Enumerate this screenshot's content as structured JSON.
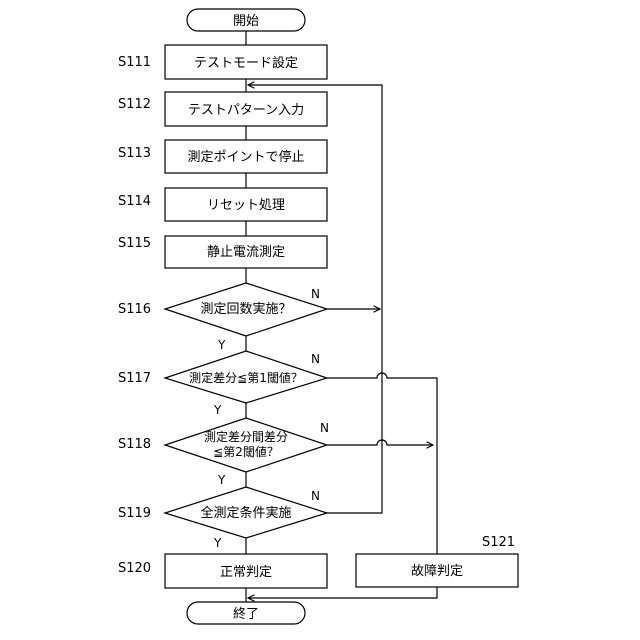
{
  "nodes": {
    "start": "開始",
    "s111": "テストモード設定",
    "s112": "テストパターン入力",
    "s113": "測定ポイントで停止",
    "s114": "リセット処理",
    "s115": "静止電流測定",
    "s116": "測定回数実施？",
    "s117": "測定差分≦第1閾値？",
    "s118_line1": "測定差分間差分",
    "s118_line2": "≦第2閾値？",
    "s119": "全測定条件実施",
    "s120": "正常判定",
    "s121": "故障判定",
    "end": "終了"
  },
  "steps": {
    "s111": "S111",
    "s112": "S112",
    "s113": "S113",
    "s114": "S114",
    "s115": "S115",
    "s116": "S116",
    "s117": "S117",
    "s118": "S118",
    "s119": "S119",
    "s120": "S120",
    "s121": "S121"
  },
  "branches": {
    "yes": "Y",
    "no": "N"
  }
}
